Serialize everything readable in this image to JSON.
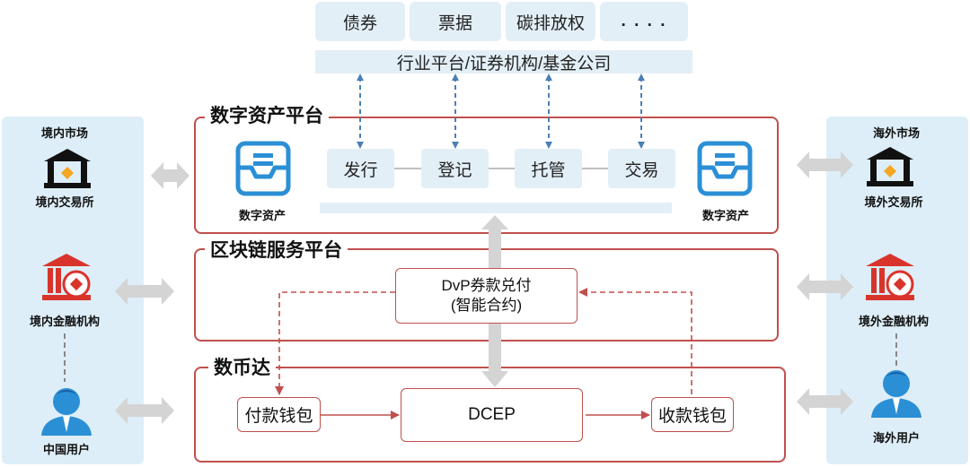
{
  "top": {
    "assets": [
      "债券",
      "票据",
      "碳排放权",
      ". . . ."
    ],
    "industry_bar": "行业平台/证券机构/基金公司"
  },
  "left": {
    "title": "境内市场",
    "items": [
      "境内交易所",
      "境内金融机构",
      "中国用户"
    ]
  },
  "right": {
    "title": "海外市场",
    "items": [
      "境外交易所",
      "境外金融机构",
      "海外用户"
    ]
  },
  "digital_platform": {
    "title": "数字资产平台",
    "processes": [
      "发行",
      "登记",
      "托管",
      "交易"
    ],
    "asset_label_left": "数字资产",
    "asset_label_right": "数字资产"
  },
  "blockchain_platform": {
    "title": "区块链服务平台",
    "dvp_line1": "DvP券款兑付",
    "dvp_line2": "(智能合约)"
  },
  "dcep_platform": {
    "title": "数币达",
    "pay_wallet": "付款钱包",
    "dcep": "DCEP",
    "receive_wallet": "收款钱包"
  },
  "colors": {
    "accent_red": "#c0504d",
    "icon_blue": "#2b8fd6",
    "light_blue": "#e3eff7",
    "arrow_gray": "#d4d4d4",
    "dash_blue": "#4a7fb5"
  }
}
